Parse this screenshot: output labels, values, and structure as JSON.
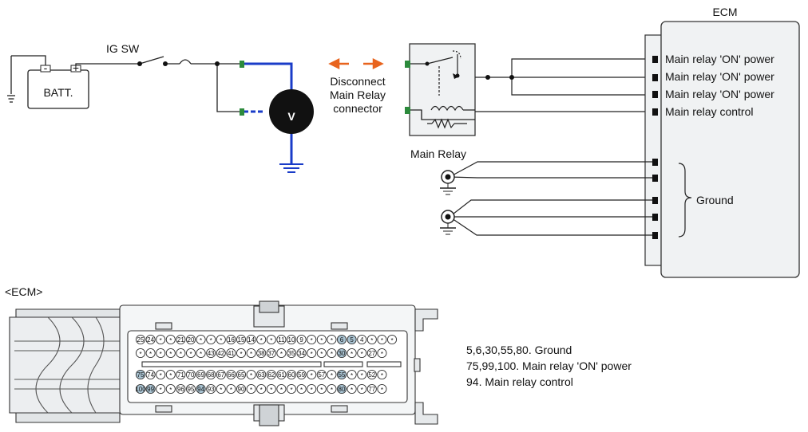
{
  "labels": {
    "ecm_title": "ECM",
    "ig_sw": "IG SW",
    "batt": "BATT.",
    "batt_minus": "-",
    "batt_plus": "+",
    "voltmeter": "V",
    "disconnect_line1": "Disconnect",
    "disconnect_line2": "Main Relay",
    "disconnect_line3": "connector",
    "main_relay": "Main Relay",
    "ground": "Ground",
    "ecm_connector": "<ECM>"
  },
  "ecm_pins": [
    "Main relay 'ON' power",
    "Main relay 'ON' power",
    "Main relay 'ON' power",
    "Main relay control"
  ],
  "legend": [
    "5,6,30,55,80. Ground",
    "75,99,100. Main relay 'ON' power",
    "94. Main relay control"
  ],
  "connector_rows": [
    [
      "25",
      "24",
      "*",
      "*",
      "21",
      "20",
      "*",
      "*",
      "*",
      "16",
      "15",
      "14",
      "*",
      "*",
      "11",
      "10",
      "9",
      "*",
      "*",
      "*",
      "6",
      "5",
      "4",
      "*",
      "*",
      "*"
    ],
    [
      "*",
      "*",
      "*",
      "*",
      "*",
      "*",
      "*",
      "43",
      "42",
      "41",
      "*",
      "*",
      "38",
      "37",
      "*",
      "35",
      "34",
      "*",
      "*",
      "*",
      "30",
      "*",
      "*",
      "27",
      "*"
    ],
    [
      "75",
      "74",
      "*",
      "*",
      "71",
      "70",
      "69",
      "68",
      "67",
      "66",
      "65",
      "*",
      "63",
      "62",
      "61",
      "60",
      "59",
      "*",
      "57",
      "*",
      "55",
      "*",
      "*",
      "52",
      "*"
    ],
    [
      "100",
      "99",
      "*",
      "*",
      "96",
      "95",
      "94",
      "93",
      "*",
      "*",
      "90",
      "*",
      "*",
      "*",
      "*",
      "*",
      "*",
      "*",
      "*",
      "*",
      "80",
      "*",
      "*",
      "77",
      "*"
    ]
  ],
  "highlighted_pins": [
    "5",
    "6",
    "30",
    "55",
    "75",
    "80",
    "94",
    "99",
    "100"
  ],
  "colors": {
    "probe_wire": "#1a3cc8",
    "arrow": "#e8641e",
    "terminal": "#2c8a3c",
    "pin_highlight": "#a9c3d2",
    "box_fill": "#f0f2f3"
  }
}
